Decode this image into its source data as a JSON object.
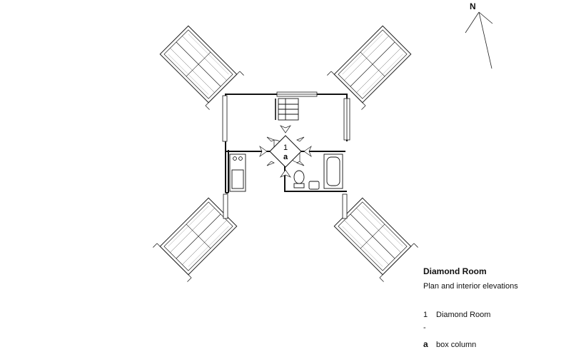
{
  "north": {
    "label": "N"
  },
  "legend": {
    "title": "Diamond Room",
    "subtitle": "Plan and interior elevations",
    "items": [
      {
        "key": "1",
        "label": "Diamond Room"
      },
      {
        "key": "-",
        "label": ""
      },
      {
        "key": "a",
        "label": "box column"
      }
    ]
  },
  "marker": {
    "number": "1",
    "letter": "a"
  }
}
